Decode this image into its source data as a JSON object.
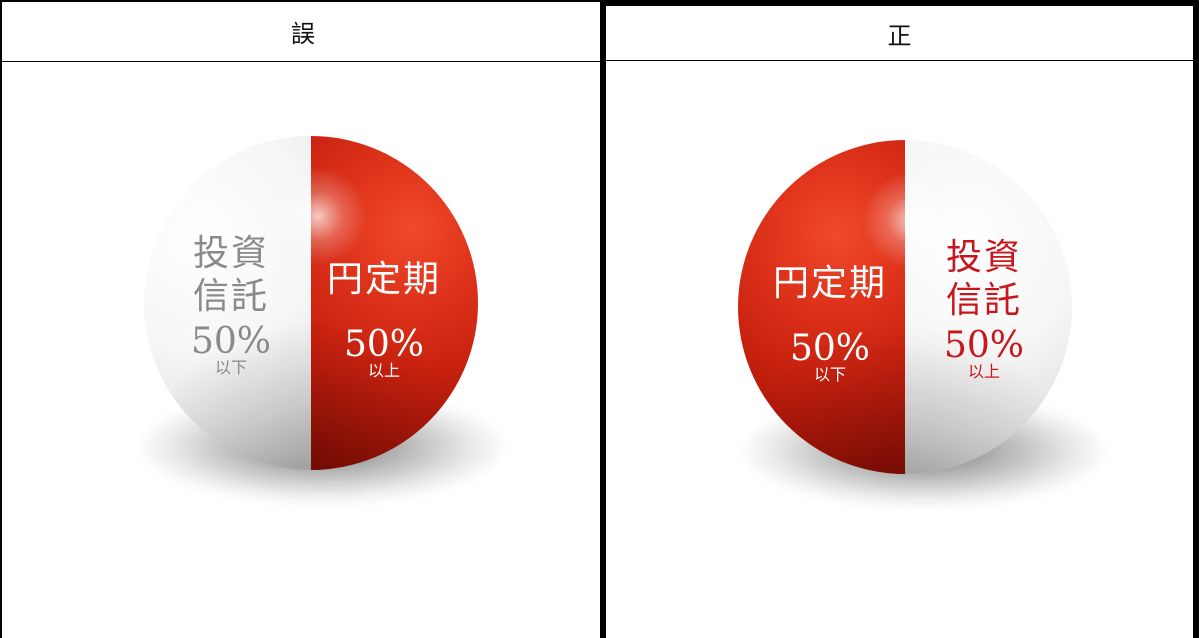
{
  "panels": [
    {
      "header": "誤",
      "left_half": {
        "name": "投資\n信託",
        "line1": "投資",
        "line2": "信託",
        "percent": "50%",
        "qualifier": "以下",
        "color": "#ffffff"
      },
      "right_half": {
        "name": "円定期",
        "percent": "50%",
        "qualifier": "以上",
        "color": "#d9261a"
      }
    },
    {
      "header": "正",
      "left_half": {
        "name": "円定期",
        "percent": "50%",
        "qualifier": "以下",
        "color": "#d9261a"
      },
      "right_half": {
        "name": "投資\n信託",
        "line1": "投資",
        "line2": "信託",
        "percent": "50%",
        "qualifier": "以上",
        "color": "#ffffff"
      }
    }
  ],
  "colors": {
    "red": "#d9261a",
    "white_half_text": "#8a8a8a",
    "red_text": "#c8161d",
    "border": "#000000"
  }
}
